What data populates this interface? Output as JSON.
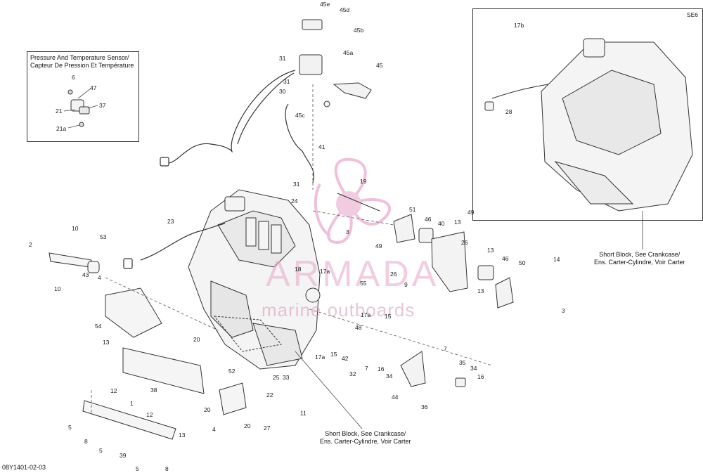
{
  "diagram_code": "08Y1401-02-03",
  "inset_sensor": {
    "title_line1": "Pressure And Temperature Sensor/",
    "title_line2": "Capteur De Pression Et Température",
    "labels": [
      "6",
      "47",
      "37",
      "21",
      "21a"
    ]
  },
  "inset_se6": {
    "tag": "SE6",
    "labels": [
      "17b",
      "28"
    ]
  },
  "notes": {
    "short_block_right_l1": "Short Block, See Crankcase/",
    "short_block_right_l2": "Ens. Carter-Cylindre, Voir Carter",
    "short_block_bottom_l1": "Short Block, See Crankcase/",
    "short_block_bottom_l2": "Ens. Carter-Cylindre, Voir Carter"
  },
  "watermark": {
    "word": "ARMADA",
    "sub": "marine outboards"
  },
  "callouts": {
    "c45e": "45e",
    "c45d": "45d",
    "c45b": "45b",
    "c45a": "45a",
    "c45": "45",
    "c45c": "45c",
    "c31a": "31",
    "c31b": "31",
    "c30": "30",
    "c41": "41",
    "c31c": "31",
    "c24": "24",
    "c19": "19",
    "c23": "23",
    "c51": "51",
    "c46a": "46",
    "c40": "40",
    "c13a": "13",
    "c49a": "49",
    "c3a": "3",
    "c49b": "49",
    "c26a": "26",
    "c26b": "26",
    "c13b": "13",
    "c46b": "46",
    "c50": "50",
    "c14": "14",
    "c13c": "13",
    "c9": "9",
    "c55": "55",
    "c3b": "3",
    "c10a": "10",
    "c53": "53",
    "c2": "2",
    "c43": "43",
    "c10b": "10",
    "c4a": "4",
    "c54": "54",
    "c13d": "13",
    "c20a": "20",
    "c38": "38",
    "c52": "52",
    "c22": "22",
    "c1": "1",
    "c12a": "12",
    "c20b": "20",
    "c20c": "20",
    "c4b": "4",
    "c27": "27",
    "c12b": "12",
    "c5a": "5",
    "c8a": "8",
    "c5b": "5",
    "c13e": "13",
    "c39": "39",
    "c5c": "5",
    "c8b": "8",
    "c11": "11",
    "c17a": "17a",
    "c15a": "15",
    "c48": "48",
    "c17a2": "17a",
    "c15b": "15",
    "c42": "42",
    "c32": "32",
    "c7a": "7",
    "c16a": "16",
    "c34a": "34",
    "c7b": "7",
    "c35": "35",
    "c34b": "34",
    "c16b": "16",
    "c44": "44",
    "c36": "36",
    "c25": "25",
    "c33": "33",
    "c18": "18",
    "c17a3": "17a"
  }
}
